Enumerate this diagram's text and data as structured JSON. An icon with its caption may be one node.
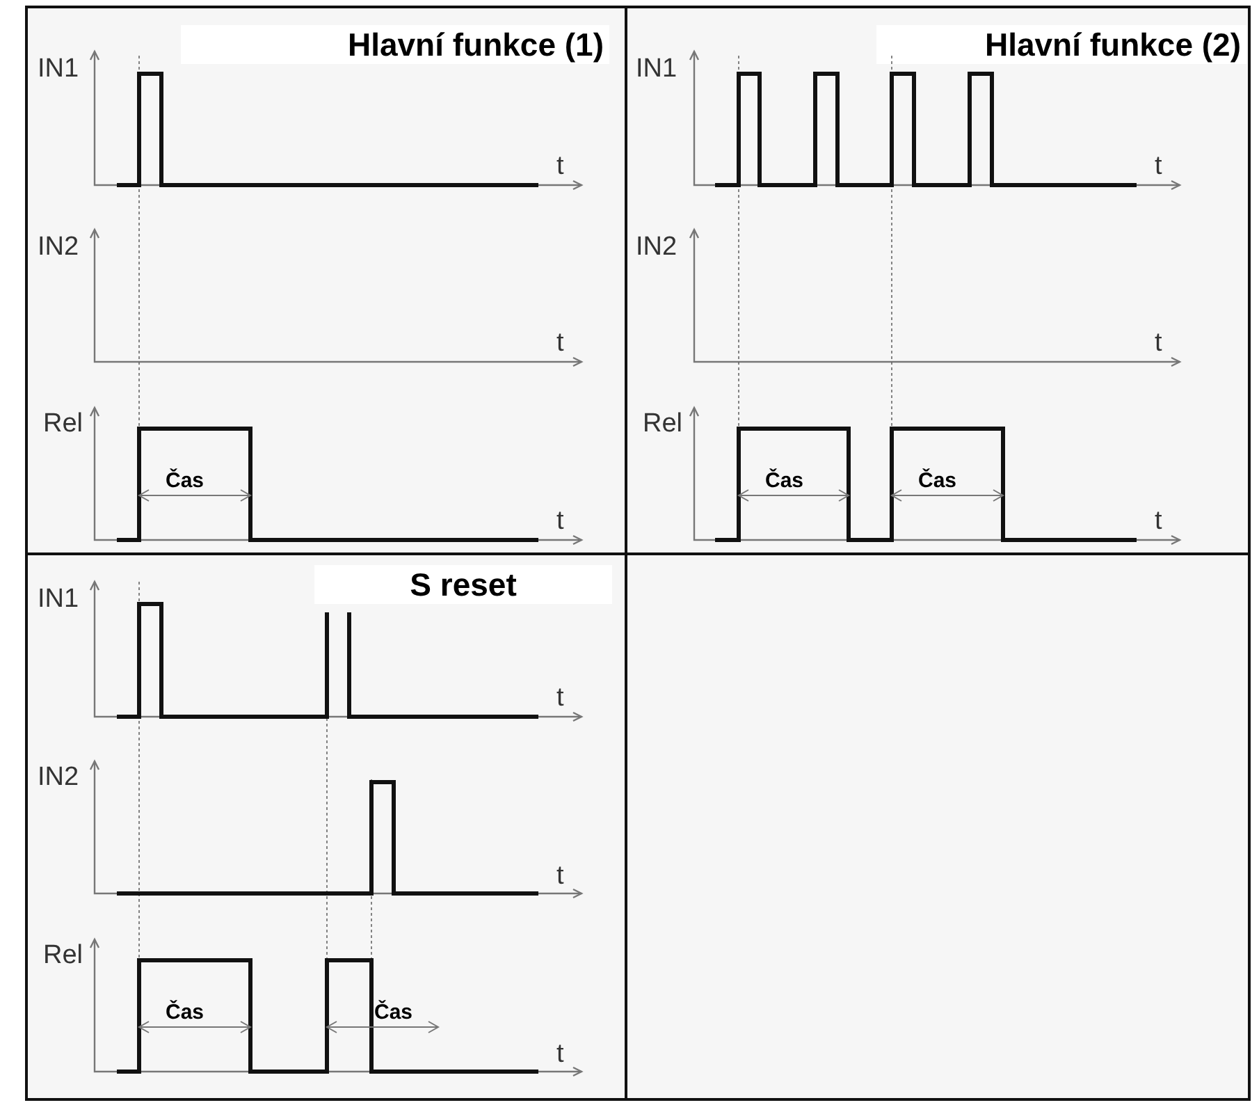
{
  "diagram": {
    "nodes": [
      {
        "text": [
          "Hlavní funkce (1)"
        ]
      },
      {
        "text": [
          "Hlavní funkce (2)"
        ]
      },
      {
        "text": [
          "S reset"
        ]
      },
      {
        "text": [],
        "shape": "box"
      }
    ],
    "labels": [
      "IN1",
      "t",
      "IN2",
      "t",
      "Rel",
      "Čas",
      "t",
      "IN1",
      "t",
      "IN2",
      "t",
      "Rel",
      "Čas",
      "Čas",
      "t",
      "IN1",
      "t",
      "IN2",
      "t",
      "Rel",
      "Čas",
      "Čas",
      "t"
    ]
  }
}
